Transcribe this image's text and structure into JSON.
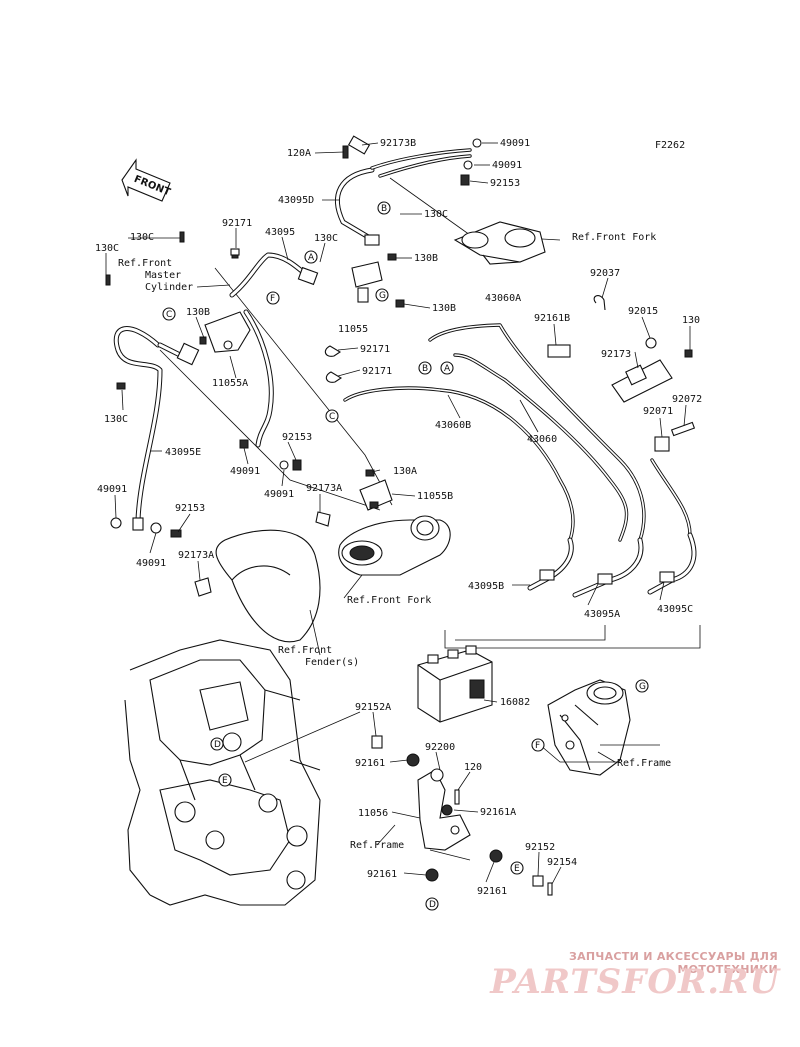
{
  "figure_code": "F2262",
  "front_arrow": {
    "label": "FRONT"
  },
  "part_labels": [
    {
      "id": "p1",
      "text": "92173B"
    },
    {
      "id": "p2",
      "text": "49091"
    },
    {
      "id": "p3",
      "text": "120A"
    },
    {
      "id": "p4",
      "text": "49091"
    },
    {
      "id": "p5",
      "text": "92153"
    },
    {
      "id": "p6",
      "text": "43095D"
    },
    {
      "id": "p7",
      "text": "130C"
    },
    {
      "id": "p8",
      "text": "92171"
    },
    {
      "id": "p9",
      "text": "43095"
    },
    {
      "id": "p10",
      "text": "130C"
    },
    {
      "id": "p11",
      "text": "130C"
    },
    {
      "id": "p12",
      "text": "130C"
    },
    {
      "id": "p13",
      "text": "130B"
    },
    {
      "id": "p14",
      "text": "130B"
    },
    {
      "id": "p15",
      "text": "11055"
    },
    {
      "id": "p16",
      "text": "130B"
    },
    {
      "id": "p17",
      "text": "11055A"
    },
    {
      "id": "p18",
      "text": "92171"
    },
    {
      "id": "p19",
      "text": "92171"
    },
    {
      "id": "p20",
      "text": "43060A"
    },
    {
      "id": "p21",
      "text": "92161B"
    },
    {
      "id": "p22",
      "text": "92037"
    },
    {
      "id": "p23",
      "text": "92015"
    },
    {
      "id": "p24",
      "text": "130"
    },
    {
      "id": "p25",
      "text": "92173"
    },
    {
      "id": "p26",
      "text": "130C"
    },
    {
      "id": "p27",
      "text": "43060B"
    },
    {
      "id": "p28",
      "text": "43060"
    },
    {
      "id": "p29",
      "text": "92072"
    },
    {
      "id": "p30",
      "text": "92071"
    },
    {
      "id": "p31",
      "text": "43095E"
    },
    {
      "id": "p32",
      "text": "92153"
    },
    {
      "id": "p33",
      "text": "49091"
    },
    {
      "id": "p34",
      "text": "49091"
    },
    {
      "id": "p35",
      "text": "130A"
    },
    {
      "id": "p36",
      "text": "92173A"
    },
    {
      "id": "p37",
      "text": "11055B"
    },
    {
      "id": "p38",
      "text": "49091"
    },
    {
      "id": "p39",
      "text": "92153"
    },
    {
      "id": "p40",
      "text": "49091"
    },
    {
      "id": "p41",
      "text": "92173A"
    },
    {
      "id": "p42",
      "text": "43095B"
    },
    {
      "id": "p43",
      "text": "43095A"
    },
    {
      "id": "p44",
      "text": "43095C"
    },
    {
      "id": "p45",
      "text": "16082"
    },
    {
      "id": "p46",
      "text": "92152A"
    },
    {
      "id": "p47",
      "text": "92200"
    },
    {
      "id": "p48",
      "text": "92161"
    },
    {
      "id": "p49",
      "text": "120"
    },
    {
      "id": "p50",
      "text": "11056"
    },
    {
      "id": "p51",
      "text": "92161A"
    },
    {
      "id": "p52",
      "text": "92152"
    },
    {
      "id": "p53",
      "text": "92154"
    },
    {
      "id": "p54",
      "text": "92161"
    },
    {
      "id": "p55",
      "text": "92161"
    }
  ],
  "reference_labels": [
    {
      "id": "r1",
      "lines": [
        "Ref.Front",
        "Master",
        "Cylinder"
      ]
    },
    {
      "id": "r2",
      "lines": [
        "Ref.Front Fork"
      ]
    },
    {
      "id": "r3",
      "lines": [
        "Ref.Front Fork"
      ]
    },
    {
      "id": "r4",
      "lines": [
        "Ref.Front",
        "Fender(s)"
      ]
    },
    {
      "id": "r5",
      "lines": [
        "Ref.Frame"
      ]
    },
    {
      "id": "r6",
      "lines": [
        "Ref.Frame"
      ]
    }
  ],
  "callout_markers": [
    "A",
    "B",
    "C",
    "D",
    "E",
    "F",
    "G"
  ],
  "watermark": {
    "tagline": "ЗАПЧАСТИ И АКСЕССУАРЫ ДЛЯ МОТОТЕХНИКИ",
    "logo": "PARTSFOR.RU"
  }
}
